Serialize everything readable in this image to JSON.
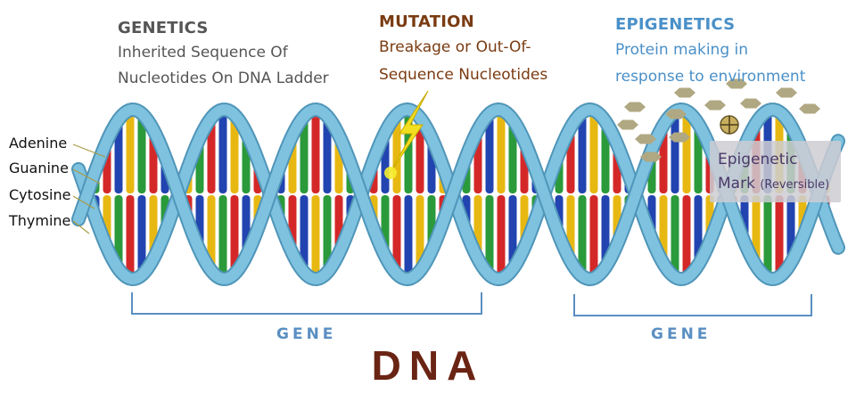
{
  "colors": {
    "genetics": "#555555",
    "mutation": "#7a3b12",
    "epigenetics": "#4a90c8",
    "gene": "#5a8fc2",
    "dna": "#6a2414",
    "strand": "#7ec2e0",
    "adenine": "#e8b812",
    "guanine": "#2a9a3a",
    "cytosine": "#d42828",
    "thymine": "#2244b0",
    "hexagon": "#b0a882",
    "bolt": "#f2e020",
    "mark_text": "#4a3a6a"
  },
  "headings": {
    "genetics": {
      "title": "GENETICS",
      "line1": "Inherited Sequence Of",
      "line2": "Nucleotides On DNA Ladder"
    },
    "mutation": {
      "title": "MUTATION",
      "line1": "Breakage or Out-Of-",
      "line2": "Sequence Nucleotides"
    },
    "epigenetics": {
      "title": "EPIGENETICS",
      "line1": "Protein making in",
      "line2": "response to environment"
    }
  },
  "bases": [
    "Adenine",
    "Guanine",
    "Cytosine",
    "Thymine"
  ],
  "epigenetic_mark": {
    "line1": "Epigenetic",
    "line2a": "Mark",
    "line2b": "(Reversible)"
  },
  "gene_labels": [
    "GENE",
    "GENE"
  ],
  "title": "DNA",
  "icons": [
    "lightning-bolt-icon",
    "methyl-group-icon",
    "crosshair-circle-icon"
  ]
}
